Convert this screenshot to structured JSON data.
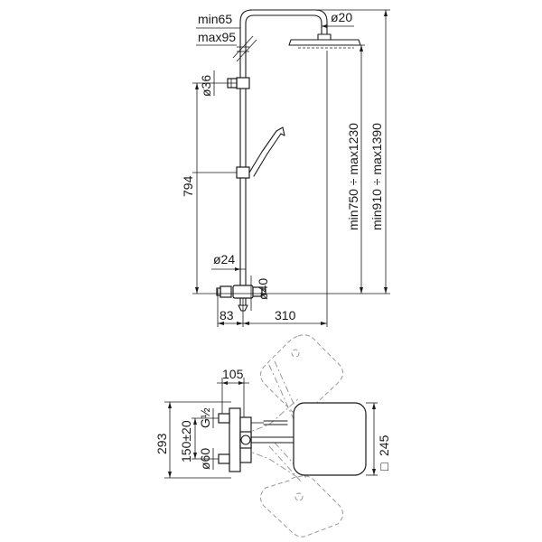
{
  "dimensions": {
    "elevation": {
      "arm_height_min": "min65",
      "arm_height_max": "max95",
      "pipe_diameter": "ø20",
      "bracket_diameter": "ø36",
      "handset_height": "794",
      "lower_pipe_diameter": "ø24",
      "valve_diameter": "ø40",
      "wall_offset": "83",
      "arm_projection": "310",
      "height_range_1": "min750 ÷ max1230",
      "height_range_2": "min910 ÷ max1390"
    },
    "plan": {
      "head_offset": "105",
      "total_span": "293",
      "inlet_thread": "G½",
      "inlet_centers": "150±20",
      "escutcheon_diameter": "ø60",
      "head_size": "245",
      "head_shape_symbol": "□"
    }
  }
}
